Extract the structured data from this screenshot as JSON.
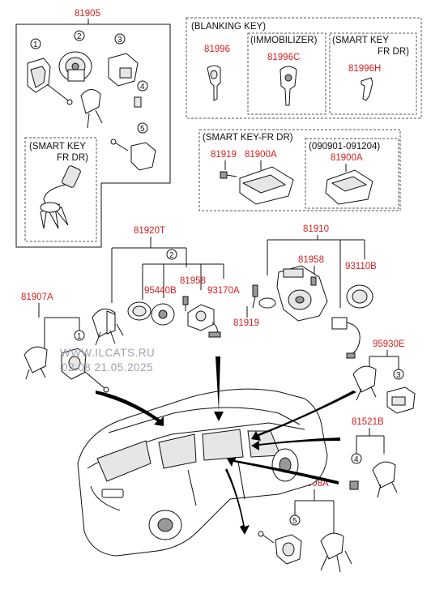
{
  "parts": {
    "p81905": "81905",
    "p81996": "81996",
    "p81996c": "81996C",
    "p81996h": "81996H",
    "p81919a": "81919",
    "p81900a1": "81900A",
    "p81900a2": "81900A",
    "p81920t": "81920T",
    "p81910": "81910",
    "p81958a": "81958",
    "p81958b": "81958",
    "p95440b": "95440B",
    "p93170a": "93170A",
    "p81919b": "81919",
    "p93110b": "93110B",
    "p81907a": "81907A",
    "p95930e": "95930E",
    "p81521b": "81521B",
    "p81908a": "81908A"
  },
  "labels": {
    "blanking_key": "(BLANKING KEY)",
    "immobilizer": "(IMMOBILIZER)",
    "smart_key_1": "(SMART KEY",
    "fr_dr_1": "FR DR)",
    "smart_key_2": "(SMART KEY",
    "fr_dr_2": "FR DR)",
    "smart_key_fr_dr": "(SMART KEY-FR DR)",
    "date_range": "(090901-091204)"
  },
  "callouts": [
    "1",
    "2",
    "3",
    "4",
    "5",
    "2",
    "1",
    "3",
    "4",
    "5"
  ],
  "watermark": {
    "site": "WWW.ILCATS.RU",
    "date": "02.08 21.05.2025"
  }
}
